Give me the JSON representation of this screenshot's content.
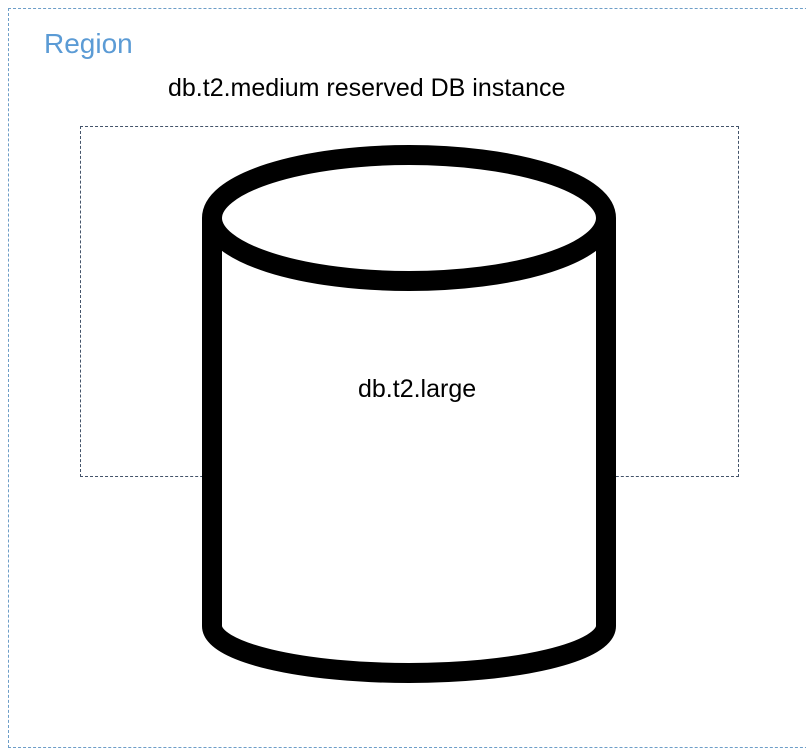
{
  "region": {
    "label": "Region",
    "border_color": "#6d9ec8",
    "label_color": "#5b9bd5"
  },
  "reservation": {
    "label": "db.t2.medium reserved DB instance",
    "border_color": "#44546a"
  },
  "instance": {
    "label": "db.t2.large",
    "icon": "database-cylinder-icon"
  }
}
